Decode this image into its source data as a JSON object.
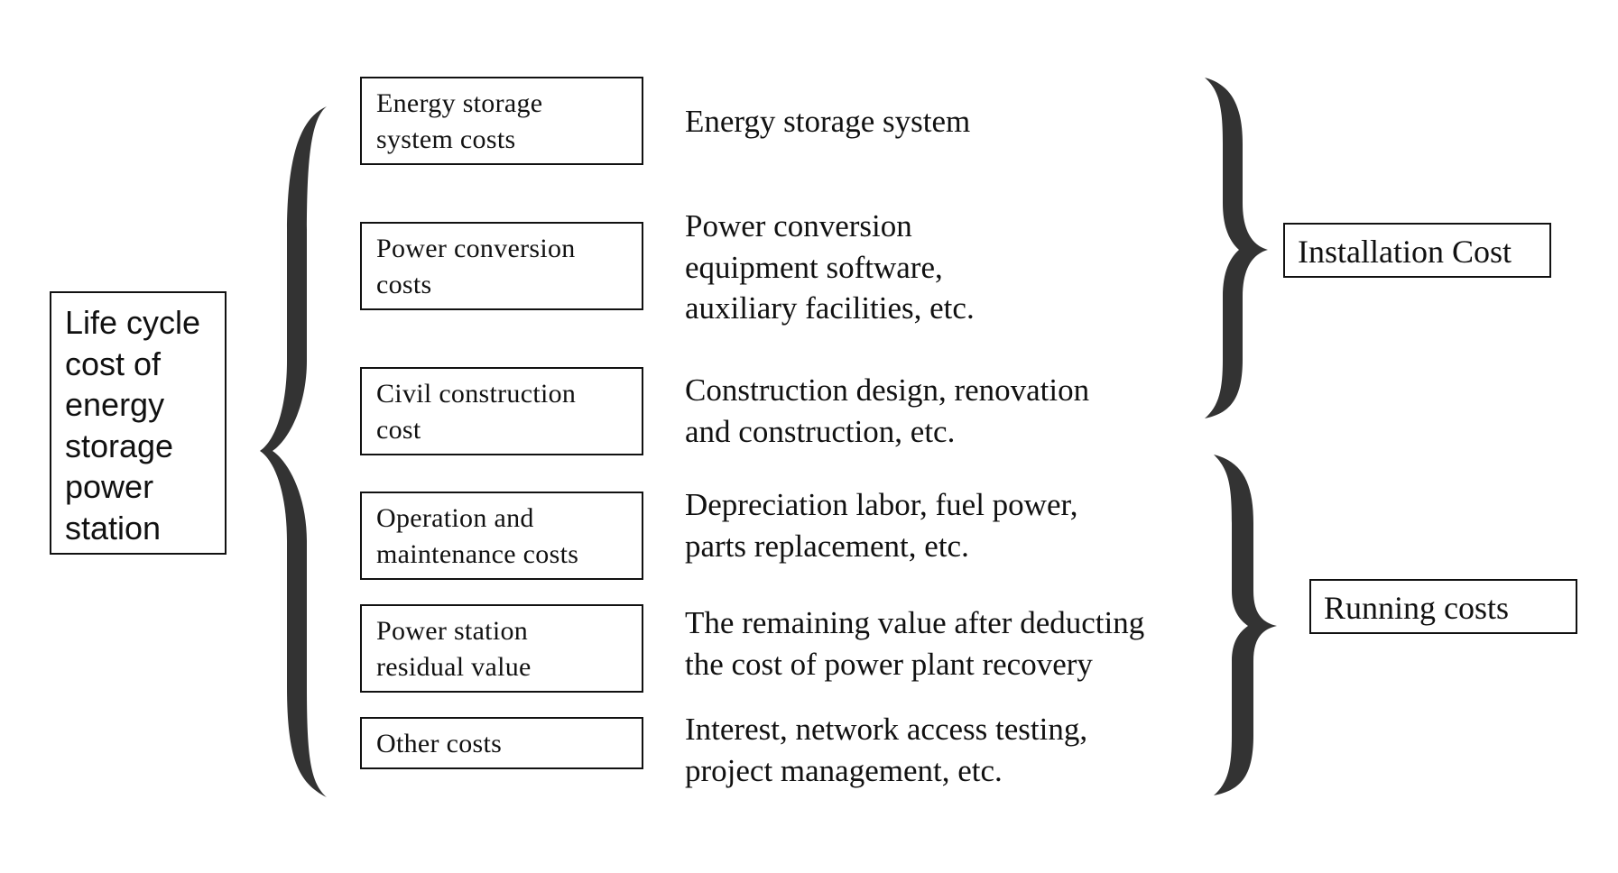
{
  "root": {
    "label": "Life cycle\ncost of\nenergy\nstorage\npower\nstation"
  },
  "categories": [
    {
      "label": "Energy storage\nsystem costs",
      "description": "Energy storage system"
    },
    {
      "label": "Power conversion\ncosts",
      "description": "Power conversion\nequipment software,\nauxiliary facilities, etc."
    },
    {
      "label": "Civil construction\ncost",
      "description": "Construction design, renovation\nand construction, etc."
    },
    {
      "label": "Operation and\nmaintenance costs",
      "description": "Depreciation labor, fuel power,\nparts replacement, etc."
    },
    {
      "label": "Power station\nresidual value",
      "description": "The remaining value after deducting\nthe cost of power plant recovery"
    },
    {
      "label": "Other costs",
      "description": "Interest, network access testing,\nproject management, etc."
    }
  ],
  "groups": [
    {
      "label": "Installation Cost"
    },
    {
      "label": "Running costs"
    }
  ],
  "colors": {
    "border": "#111111",
    "brace": "#333333",
    "text": "#111111",
    "background": "#ffffff"
  }
}
